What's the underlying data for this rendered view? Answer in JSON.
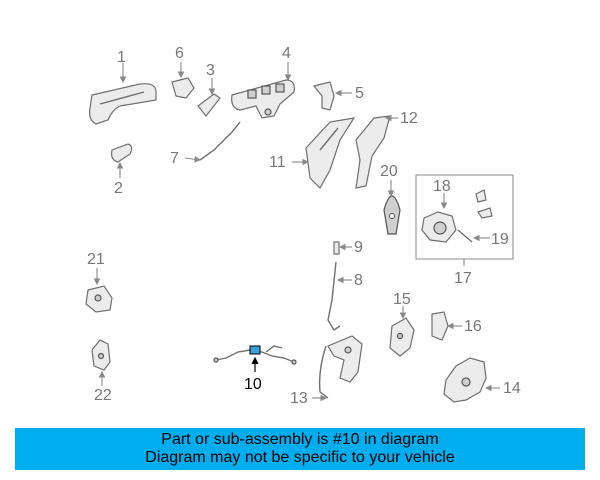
{
  "diagram": {
    "callouts": {
      "c1": "1",
      "c2": "2",
      "c3": "3",
      "c4": "4",
      "c5": "5",
      "c6": "6",
      "c7": "7",
      "c8": "8",
      "c9": "9",
      "c10": "10",
      "c11": "11",
      "c12": "12",
      "c13": "13",
      "c14": "14",
      "c15": "15",
      "c16": "16",
      "c17": "17",
      "c18": "18",
      "c19": "19",
      "c20": "20",
      "c21": "21",
      "c22": "22"
    },
    "highlighted_part": "10"
  },
  "banner": {
    "line1": "Part or sub-assembly is #10 in diagram",
    "line2": "Diagram may not be specific to your vehicle",
    "color": "#00aeef"
  }
}
